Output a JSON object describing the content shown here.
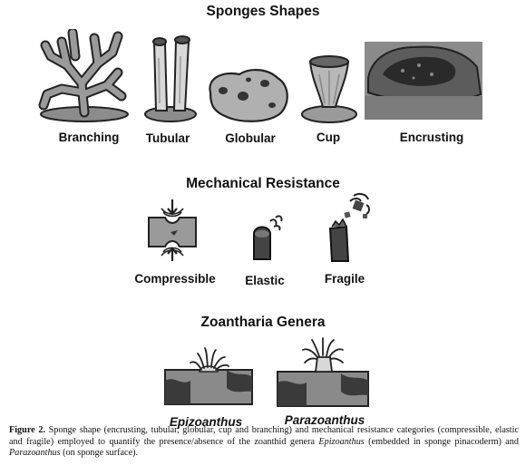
{
  "sections": {
    "shapes": {
      "title": "Sponges Shapes",
      "items": [
        "Branching",
        "Tubular",
        "Globular",
        "Cup",
        "Encrusting"
      ]
    },
    "resistance": {
      "title": "Mechanical Resistance",
      "items": [
        "Compressible",
        "Elastic",
        "Fragile"
      ]
    },
    "zoantharia": {
      "title": "Zoantharia Genera",
      "items": [
        "Epizoanthus",
        "Parazoanthus"
      ]
    }
  },
  "caption": {
    "label": "Figure 2.",
    "text_1": " Sponge shape (encrusting, tubular, globular, cup and branching) and mechanical resistance categories (compressible, elastic and fragile) employed to quantify the presence/absence of the zoanthid genera ",
    "genus_1": "Epizoanthus",
    "text_2": " (embedded in sponge pinacoderm) and ",
    "genus_2": "Parazoanthus",
    "text_3": " (on sponge surface)."
  }
}
